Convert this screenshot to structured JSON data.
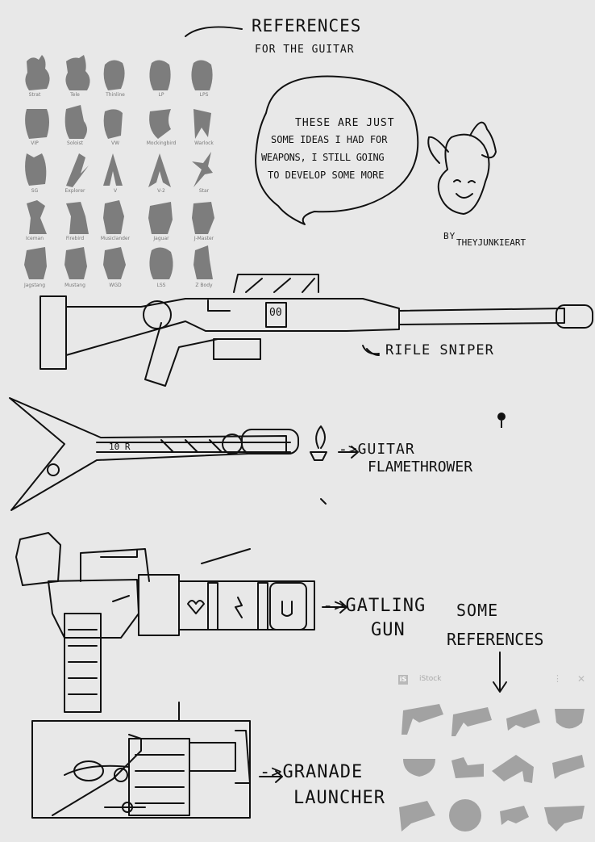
{
  "notes": {
    "references_title_1": "REFERENCES",
    "references_title_2": "FOR THE GUITAR",
    "speech_line_1": "THESE ARE JUST",
    "speech_line_2": "SOME IDEAS I HAD FOR",
    "speech_line_3": "WEAPONS, I STILL GOING",
    "speech_line_4": "TO DEVELOP SOME MORE",
    "by": "BY",
    "signature": "THEYJUNKIEART"
  },
  "guitar_shapes": [
    "Strat",
    "Tele",
    "Thinline",
    "LP",
    "LPS",
    "VIP",
    "Soloist",
    "VW",
    "Mockingbird",
    "Warlock",
    "SG",
    "Explorer",
    "V",
    "V-2",
    "Star",
    "Iceman",
    "Firebird",
    "Musiclander",
    "Jaguar",
    "J-Master",
    "Jagstang",
    "Mustang",
    "WGD",
    "LSS",
    "Z Body"
  ],
  "weapons": {
    "rifle": "RIFLE SNIPER",
    "flame_1": "->GUITAR",
    "flame_2": "FLAMETHROWER",
    "gatling_1": "->GATLING",
    "gatling_2": "GUN",
    "grenade_1": "->GRANADE",
    "grenade_2": "LAUNCHER"
  },
  "some_references": {
    "line_1": "SOME",
    "line_2": "REFERENCES"
  },
  "istock": {
    "logo": "iS",
    "label": "iStock",
    "menu": "⋮",
    "close": "✕"
  },
  "flame_gun_text": "10 R",
  "rifle_mag_text": "00"
}
